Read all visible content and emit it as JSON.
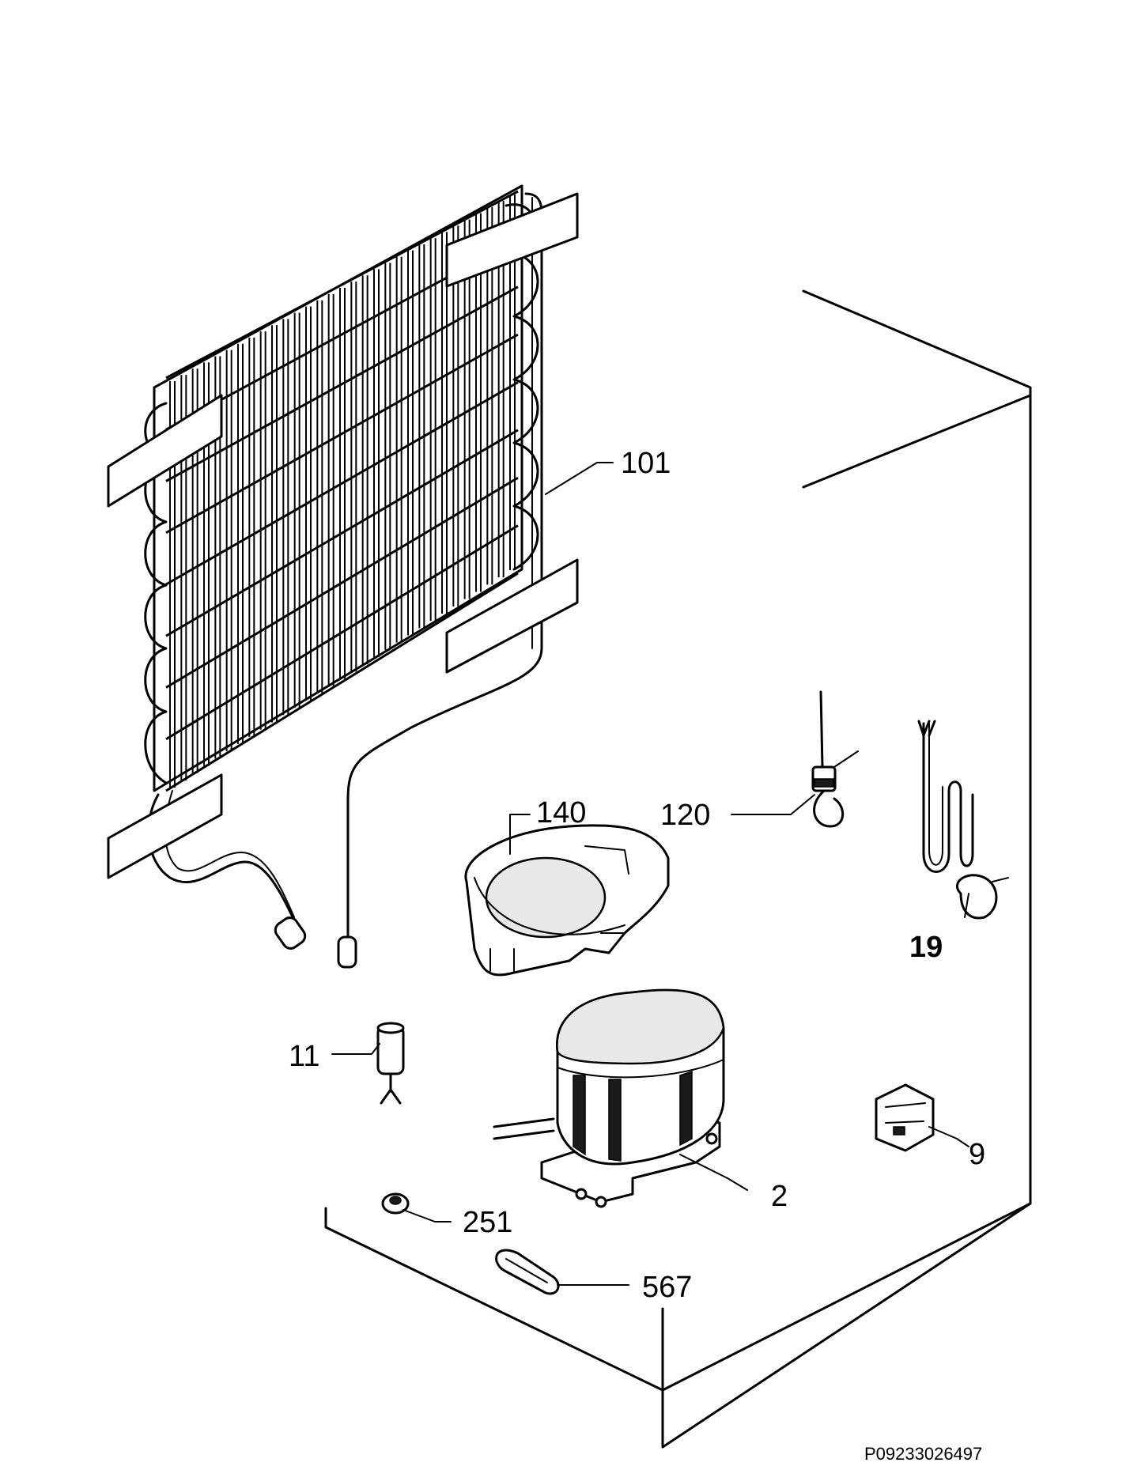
{
  "diagram": {
    "part_labels": {
      "condenser": "101",
      "compressor_cover": "140",
      "thermostat": "120",
      "power_cord": "19",
      "relay_part": "11",
      "compressor": "2",
      "overload_relay": "9",
      "grommet": "251",
      "clip": "567"
    },
    "drawing_code": "P09233026497"
  }
}
